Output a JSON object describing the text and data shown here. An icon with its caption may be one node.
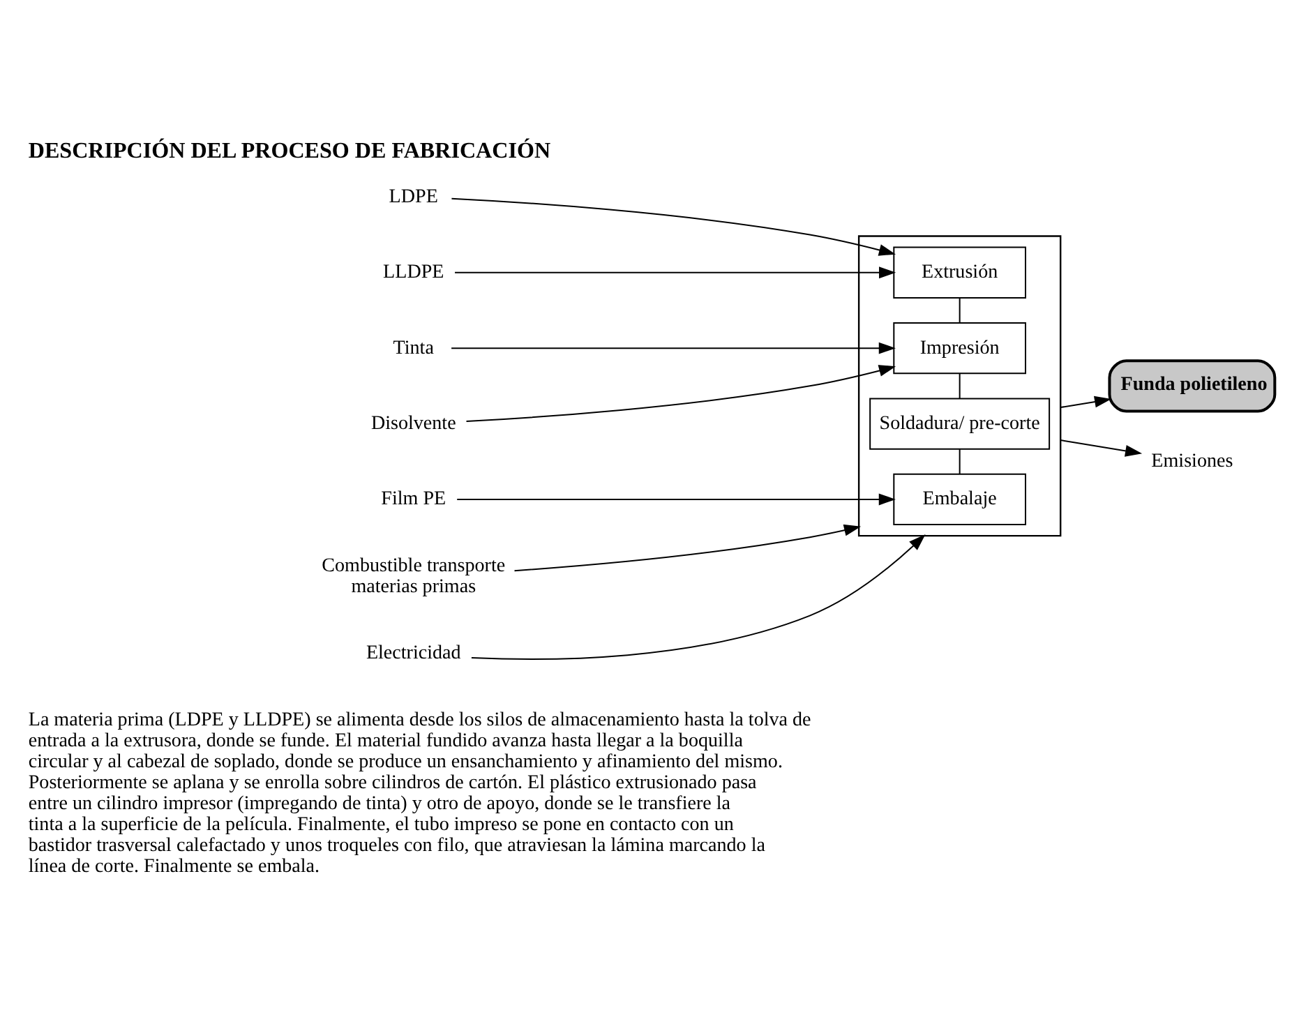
{
  "diagram": {
    "title": "DESCRIPCIÓN DEL PROCESO DE FABRICACIÓN",
    "nodes": [
      {
        "text": [],
        "shape": "box"
      },
      {
        "text": [
          "Extrusión"
        ],
        "in": 0
      },
      {
        "text": [
          "Impresión"
        ],
        "in": 0
      },
      {
        "text": [
          "Soldadura/ pre-corte"
        ],
        "in": 0
      },
      {
        "text": [
          "Embalaje"
        ],
        "in": 0
      },
      {
        "text": [
          "LDPE"
        ]
      },
      {
        "text": [
          "LLDPE"
        ]
      },
      {
        "text": [
          "Tinta"
        ]
      },
      {
        "text": [
          "Disolvente"
        ]
      },
      {
        "text": [
          "Film PE"
        ]
      },
      {
        "text": [
          "Combustible transporte materias primas"
        ]
      },
      {
        "text": [
          "Electricidad"
        ]
      },
      {
        "text": [
          "Funda polietileno"
        ]
      },
      {
        "text": [
          "Emisiones"
        ]
      }
    ],
    "edges": [
      {
        "from": 5,
        "to": 1,
        "arrow": "to"
      },
      {
        "from": 6,
        "to": 1,
        "arrow": "to"
      },
      {
        "from": 7,
        "to": 2,
        "arrow": "to"
      },
      {
        "from": 8,
        "to": 2,
        "arrow": "to"
      },
      {
        "from": 1,
        "to": 2,
        "arrow": "none"
      },
      {
        "from": 2,
        "to": 3,
        "arrow": "none"
      },
      {
        "from": 3,
        "to": 4,
        "arrow": "none"
      },
      {
        "from": 9,
        "to": 4,
        "arrow": "to"
      },
      {
        "from": 10,
        "to": 0,
        "arrow": "to"
      },
      {
        "from": 11,
        "to": 0,
        "arrow": "to"
      },
      {
        "from": 0,
        "to": 12,
        "arrow": "to"
      },
      {
        "from": 0,
        "to": 13,
        "arrow": "to"
      }
    ],
    "labels": [
      "La materia prima (LDPE y LLDPE) se alimenta desde los silos de almacenamiento hasta la tolva de entrada a la extrusora, donde se funde. El material fundido avanza hasta llegar a la boquilla circular y al cabezal de soplado, donde se produce un ensanchamiento y afinamiento del mismo. Posteriormente se aplana y se enrolla sobre cilindros de cartón. El plástico extrusionado pasa entre un cilindro impresor (impregando de tinta) y otro de apoyo, donde se le transfiere la tinta a la superficie de la película. Finalmente, el tubo impreso se pone en contacto con un bastidor trasversal calefactado y unos troqueles con filo, que atraviesan la lámina marcando la línea de corte. Finalmente se embala."
    ]
  }
}
